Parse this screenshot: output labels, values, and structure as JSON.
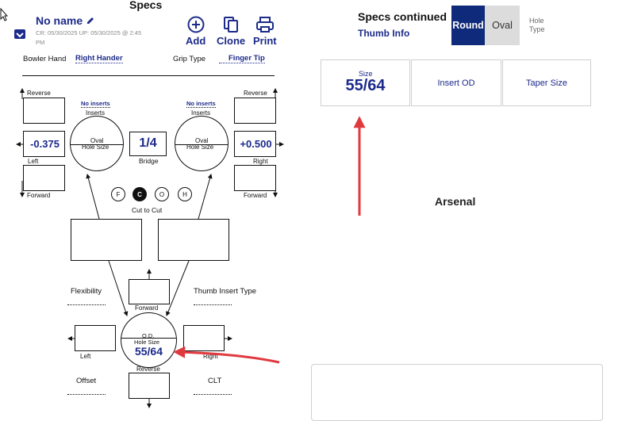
{
  "specs": {
    "title": "Specs",
    "name": "No name",
    "dates": "CR: 05/30/2025 UP: 05/30/2025 @ 2:45",
    "dates_suffix": "PM",
    "add_label": "Add",
    "clone_label": "Clone",
    "print_label": "Print",
    "bowler_hand_label": "Bowler Hand",
    "bowler_hand_value": "Right Hander",
    "grip_type_label": "Grip Type",
    "grip_type_value": "Finger Tip"
  },
  "layout": {
    "left_finger": {
      "reverse_label": "Reverse",
      "no_inserts": "No inserts",
      "inserts_label": "Inserts",
      "value": "-0.375",
      "left_label": "Left",
      "forward_label": "Forward",
      "oval_label": "Oval",
      "hole_size_label": "Hole Size"
    },
    "right_finger": {
      "reverse_label": "Reverse",
      "no_inserts": "No inserts",
      "inserts_label": "Inserts",
      "value": "+0.500",
      "right_label": "Right",
      "forward_label": "Forward",
      "oval_label": "Oval",
      "hole_size_label": "Hole Size"
    },
    "bridge_value": "1/4",
    "bridge_label": "Bridge",
    "cut_options": [
      "F",
      "C",
      "O",
      "H"
    ],
    "cut_selected": "C",
    "cut_label": "Cut to Cut",
    "flexibility_label": "Flexibility",
    "thumb_insert_type_label": "Thumb Insert Type",
    "thumb": {
      "forward_label": "Forward",
      "left_label": "Left",
      "right_label": "Right",
      "reverse_label": "Reverse",
      "od_label": "O.D.",
      "hole_size_label": "Hole Size",
      "value": "55/64"
    },
    "offset_label": "Offset",
    "clt_label": "CLT"
  },
  "continued": {
    "title": "Specs continued",
    "subtitle": "Thumb Info",
    "round_label": "Round",
    "oval_label": "Oval",
    "hole_type_label_1": "Hole",
    "hole_type_label_2": "Type",
    "size_label": "Size",
    "size_value": "55/64",
    "insert_od_label": "Insert OD",
    "taper_size_label": "Taper Size",
    "arsenal_label": "Arsenal"
  },
  "colors": {
    "brand_navy": "#1c2a8a",
    "round_selected": "#0f2a7a",
    "annotation_red": "#e0393e"
  }
}
